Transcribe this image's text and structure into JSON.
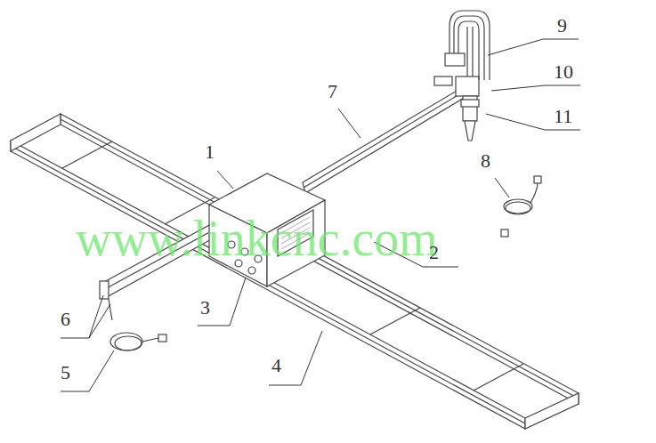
{
  "diagram": {
    "labels": [
      "9",
      "10",
      "7",
      "11",
      "8",
      "1",
      "www.linkcnc.com",
      "2",
      "6",
      "3",
      "5",
      "4"
    ]
  }
}
